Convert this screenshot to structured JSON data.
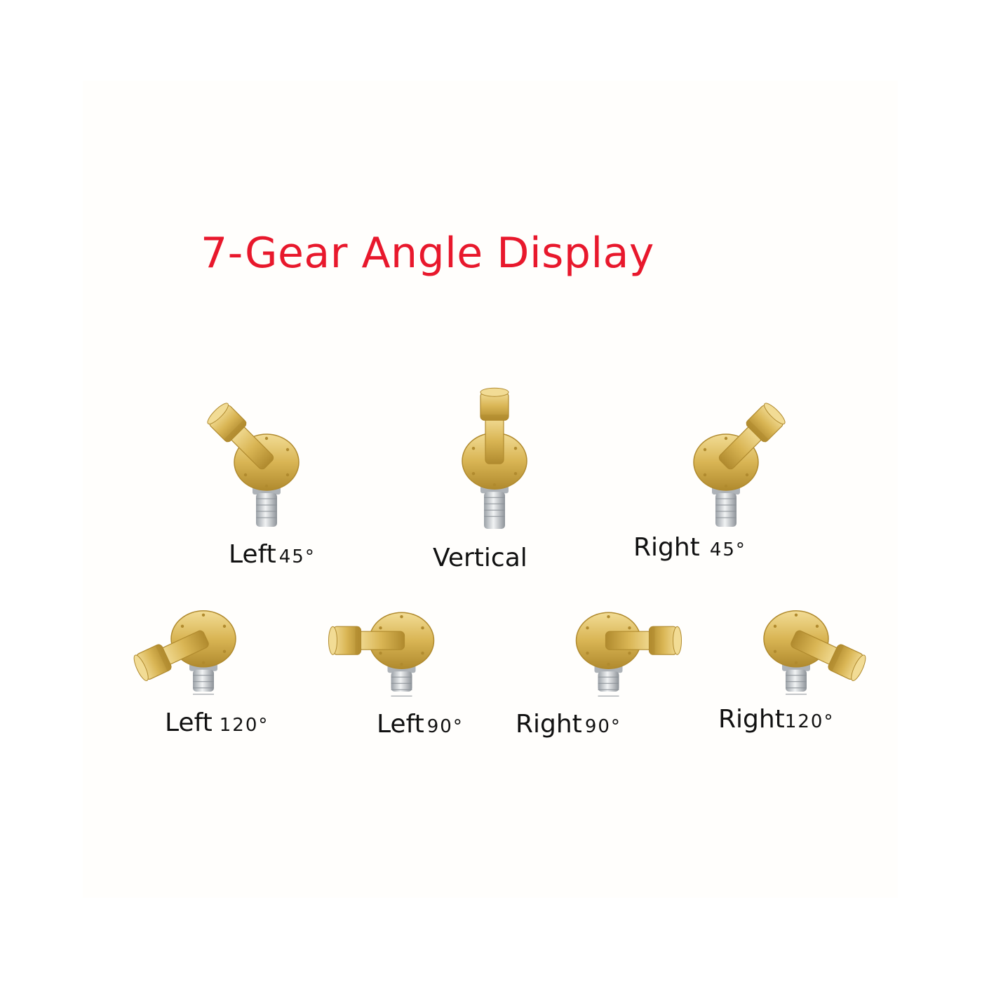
{
  "title": "7-Gear Angle Display",
  "colors": {
    "title": "#e8182c",
    "brass": "#d9b554",
    "brass_dark": "#b08a2e",
    "brass_light": "#f2dc95",
    "steel": "#c8ccd0"
  },
  "positions": [
    {
      "word": "Left",
      "angle": "45°",
      "rotation_deg": 45,
      "direction": "left"
    },
    {
      "word": "Vertical",
      "angle": "",
      "rotation_deg": 0,
      "direction": "up"
    },
    {
      "word": "Right",
      "angle": "45°",
      "rotation_deg": 45,
      "direction": "right"
    },
    {
      "word": "Left",
      "angle": "120°",
      "rotation_deg": 120,
      "direction": "left"
    },
    {
      "word": "Left",
      "angle": "90°",
      "rotation_deg": 90,
      "direction": "left"
    },
    {
      "word": "Right",
      "angle": "90°",
      "rotation_deg": 90,
      "direction": "right"
    },
    {
      "word": "Right",
      "angle": "120°",
      "rotation_deg": 120,
      "direction": "right"
    }
  ]
}
